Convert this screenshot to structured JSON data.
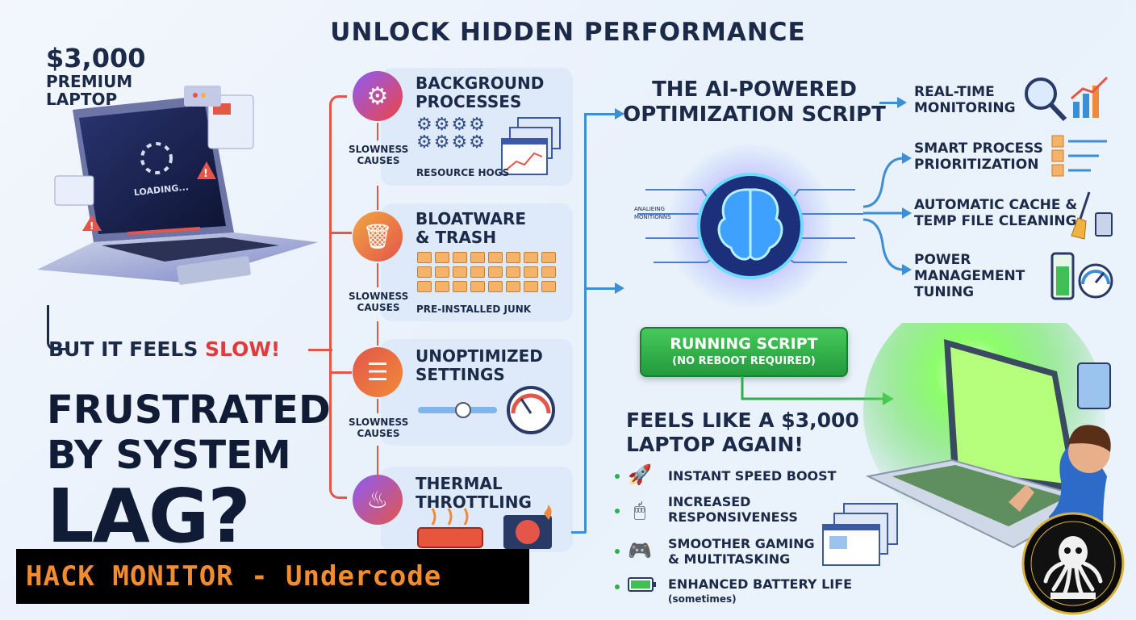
{
  "title": "UNLOCK HIDDEN PERFORMANCE",
  "left": {
    "price": "$3,000",
    "price_sub1": "PREMIUM",
    "price_sub2": "LAPTOP",
    "loading_text": "LOADING...",
    "slow_prefix": "BUT IT FEELS ",
    "slow_word": "SLOW!",
    "question_line1": "FRUSTRATED",
    "question_line2": "BY SYSTEM",
    "question_line3": "LAG?"
  },
  "causes": [
    {
      "title1": "BACKGROUND",
      "title2": "PROCESSES",
      "tag1": "SLOWNESS",
      "tag2": "CAUSES",
      "sub": "RESOURCE HOGS",
      "icon": "gear-icon"
    },
    {
      "title1": "BLOATWARE",
      "title2": "& TRASH",
      "tag1": "SLOWNESS",
      "tag2": "CAUSES",
      "sub": "PRE-INSTALLED JUNK",
      "icon": "trash-icon"
    },
    {
      "title1": "UNOPTIMIZED",
      "title2": "SETTINGS",
      "tag1": "SLOWNESS",
      "tag2": "CAUSES",
      "sub": "",
      "icon": "sliders-icon"
    },
    {
      "title1": "THERMAL",
      "title2": "THROTTLING",
      "tag1": "",
      "tag2": "",
      "sub": "",
      "icon": "heat-icon"
    }
  ],
  "ai": {
    "title1": "THE AI-POWERED",
    "title2": "OPTIMIZATION SCRIPT",
    "side_label1": "ANALIEING",
    "side_label2": "MONITIONNS"
  },
  "features": [
    {
      "line1": "REAL-TIME",
      "line2": "MONITORING",
      "line3": "",
      "icon": "magnifier-chart-icon"
    },
    {
      "line1": "SMART PROCESS",
      "line2": "PRIORITIZATION",
      "line3": "",
      "icon": "process-list-icon"
    },
    {
      "line1": "AUTOMATIC CACHE &",
      "line2": "TEMP FILE CLEANING",
      "line3": "",
      "icon": "broom-icon"
    },
    {
      "line1": "POWER",
      "line2": "MANAGEMENT",
      "line3": "TUNING",
      "icon": "battery-gauge-icon"
    }
  ],
  "run": {
    "line1": "RUNNING SCRIPT",
    "line2": "(NO REBOOT REQUIRED)"
  },
  "result": {
    "line1": "FEELS LIKE A $3,000",
    "line2": "LAPTOP AGAIN!"
  },
  "benefits": [
    {
      "line1": "INSTANT SPEED BOOST",
      "line2": "",
      "icon": "rocket-icon"
    },
    {
      "line1": "INCREASED",
      "line2": "RESPONSIVENESS",
      "icon": "mouse-icon"
    },
    {
      "line1": "SMOOTHER GAMING",
      "line2": "& MULTITASKING",
      "icon": "gamepad-icon"
    },
    {
      "line1": "ENHANCED BATTERY LIFE",
      "line2": "(sometimes)",
      "icon": "battery-icon"
    }
  ],
  "banner": "HACK MONITOR - Undercode",
  "colors": {
    "accent_red": "#e4554a",
    "accent_blue": "#3b8fd6",
    "button_green": "#2fae47",
    "banner_text": "#f28d2f"
  }
}
